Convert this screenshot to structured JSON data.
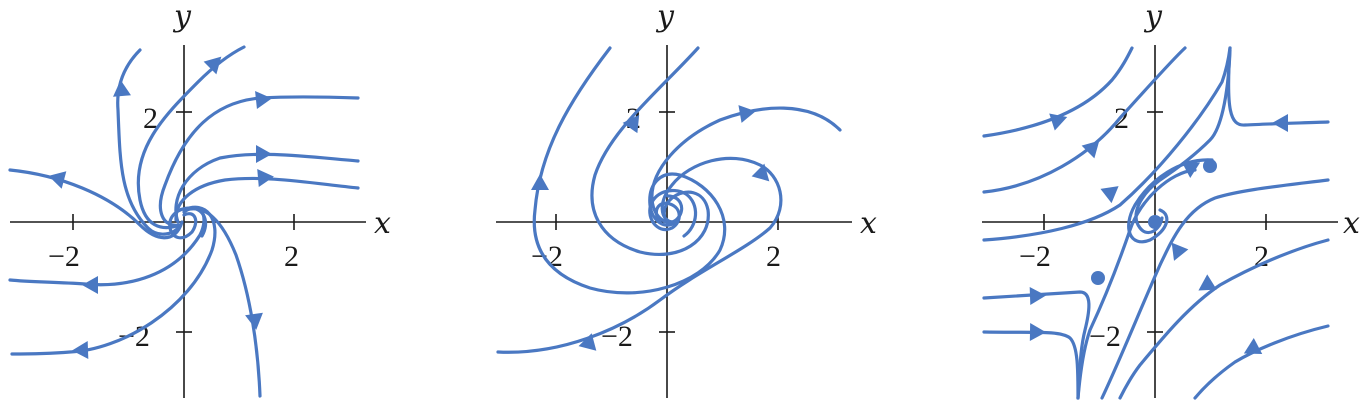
{
  "panels": [
    {
      "x_label": "x",
      "y_label": "y",
      "tick_labels": {
        "x_neg": "−2",
        "x_pos": "2",
        "y_pos": "2",
        "y_neg": "−2"
      }
    },
    {
      "x_label": "x",
      "y_label": "y",
      "tick_labels": {
        "x_neg": "−2",
        "x_pos": "2",
        "y_pos": "2",
        "y_neg": "−2"
      }
    },
    {
      "x_label": "x",
      "y_label": "y",
      "tick_labels": {
        "x_neg": "−2",
        "x_pos": "2",
        "y_pos": "2",
        "y_neg": "−2"
      }
    }
  ],
  "colors": {
    "curve": "#4a78c2",
    "axis": "#1a1a1a",
    "background": "#ffffff"
  }
}
